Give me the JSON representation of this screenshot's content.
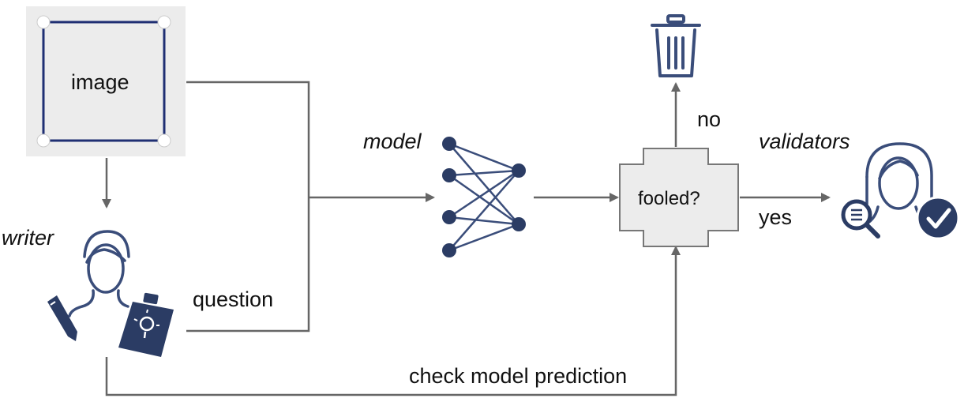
{
  "image_box": {
    "label": "image"
  },
  "writer": {
    "label": "writer"
  },
  "model": {
    "label": "model"
  },
  "decision": {
    "label": "fooled?"
  },
  "validators": {
    "label": "validators"
  },
  "edges": {
    "no": "no",
    "yes": "yes",
    "question": "question",
    "check": "check model prediction"
  },
  "colors": {
    "navy": "#2b3c64",
    "line": "#666666",
    "box_fill": "#ececec",
    "box_stroke": "#777777",
    "image_frame": "#1f2f73"
  },
  "icons": [
    "trash-icon",
    "writer-person-icon",
    "pencil-icon",
    "clipboard-lightbulb-icon",
    "neural-network-icon",
    "validator-person-icon",
    "magnifier-icon",
    "checkmark-icon"
  ]
}
